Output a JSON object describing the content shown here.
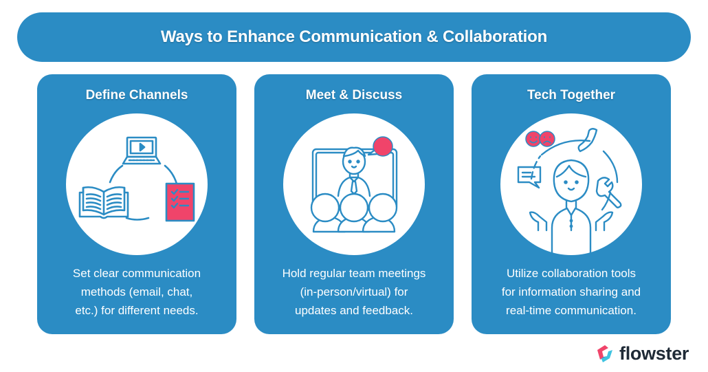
{
  "header": {
    "title": "Ways to Enhance Communication & Collaboration"
  },
  "cards": [
    {
      "title": "Define Channels",
      "description_lines": [
        "Set clear communication",
        "methods (email, chat,",
        "etc.) for different needs."
      ],
      "icon": "channels-cycle-icon"
    },
    {
      "title": "Meet & Discuss",
      "description_lines": [
        "Hold regular team meetings",
        "(in-person/virtual) for",
        "updates and feedback."
      ],
      "icon": "video-meeting-icon"
    },
    {
      "title": "Tech Together",
      "description_lines": [
        "Utilize collaboration tools",
        "for information sharing and",
        "real-time communication."
      ],
      "icon": "collaboration-tools-icon"
    }
  ],
  "brand": {
    "name": "flowster"
  },
  "colors": {
    "primary_blue": "#2b8cc4",
    "accent_pink": "#f0446a",
    "white": "#ffffff",
    "logo_text": "#1f2a36",
    "logo_cyan": "#3fc3e0"
  }
}
